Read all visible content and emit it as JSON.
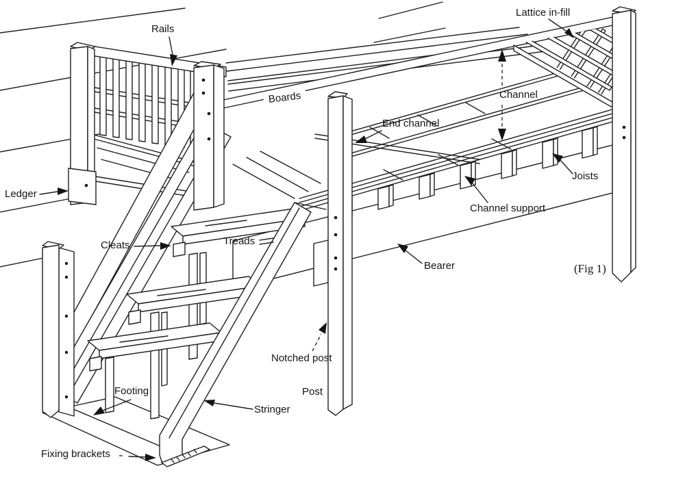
{
  "figure": {
    "type": "technical-line-diagram",
    "subject": "Timber deck and stair construction with labelled parts",
    "caption": "(Fig 1)"
  },
  "colors": {
    "ink": "#1e1e1e",
    "paper": "#ffffff"
  },
  "labels": {
    "rails": "Rails",
    "lattice_infill": "Lattice in-fill",
    "boards": "Boards",
    "channel": "Channel",
    "end_channel": "End channel",
    "joists": "Joists",
    "channel_support": "Channel support",
    "ledger": "Ledger",
    "cleats": "Cleats",
    "treads": "Treads",
    "bearer": "Bearer",
    "fig_reference": "(Fig 1)",
    "notched_post": "Notched post",
    "post": "Post",
    "stringer": "Stringer",
    "footing": "Footing",
    "fixing_brackets": "Fixing brackets"
  }
}
